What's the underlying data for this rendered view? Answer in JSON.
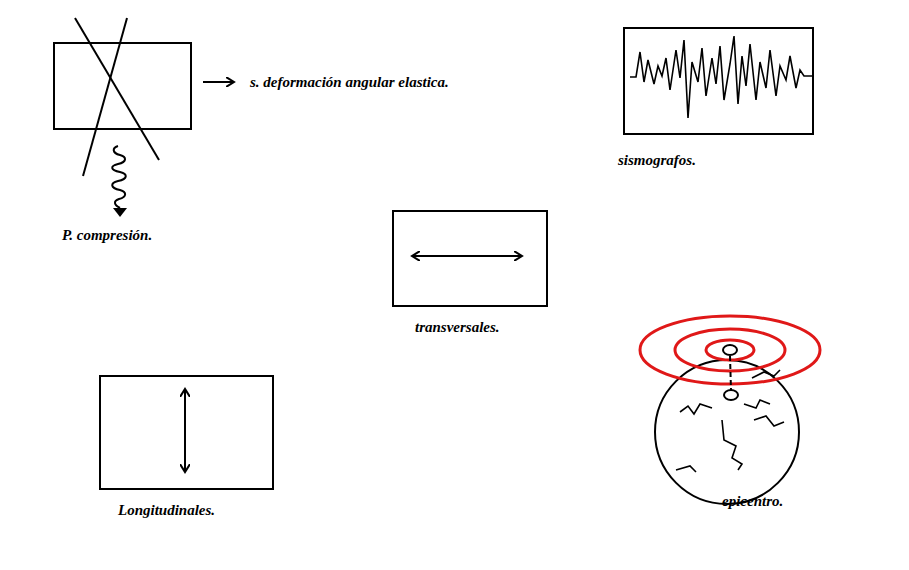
{
  "diagram": {
    "labels": [
      "s. deformación angular elastica.",
      "sismografos.",
      "P. compresión.",
      "transversales.",
      "Longitudinales.",
      "epicentro."
    ]
  }
}
